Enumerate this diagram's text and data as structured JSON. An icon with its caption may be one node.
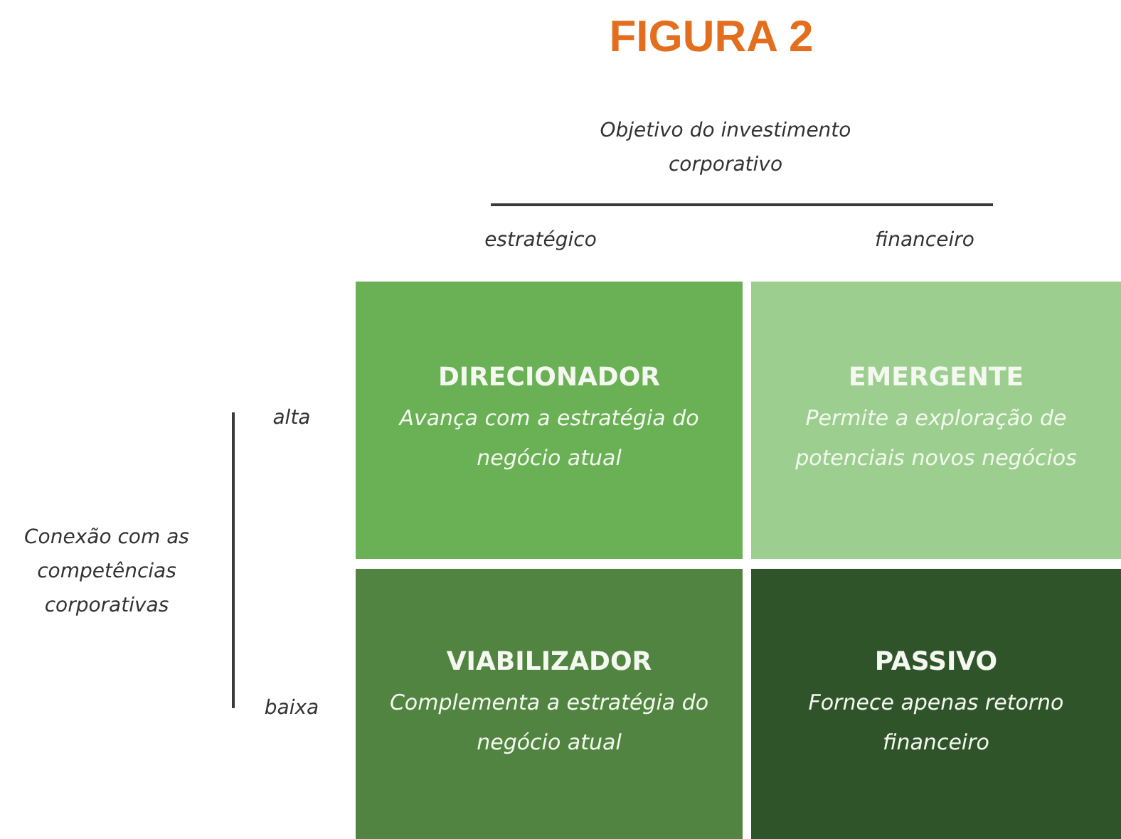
{
  "diagram": {
    "title": "FIGURA 2",
    "nodes": [
      {
        "text": [
          "DIRECIONADOR",
          "Avança com a estratégia do negócio atual"
        ]
      },
      {
        "text": [
          "EMERGENTE",
          "Permite a exploração de potenciais novos negócios"
        ]
      },
      {
        "text": [
          "VIABILIZADOR",
          "Complementa a estratégia do negócio atual"
        ]
      },
      {
        "text": [
          "PASSIVO",
          "Fornece apenas retorno financeiro"
        ]
      }
    ],
    "labels": [
      "Objetivo do investimento corporativo",
      "estratégico",
      "financeiro",
      "alta",
      "Conexão com as competências corporativas",
      "baixa"
    ]
  }
}
